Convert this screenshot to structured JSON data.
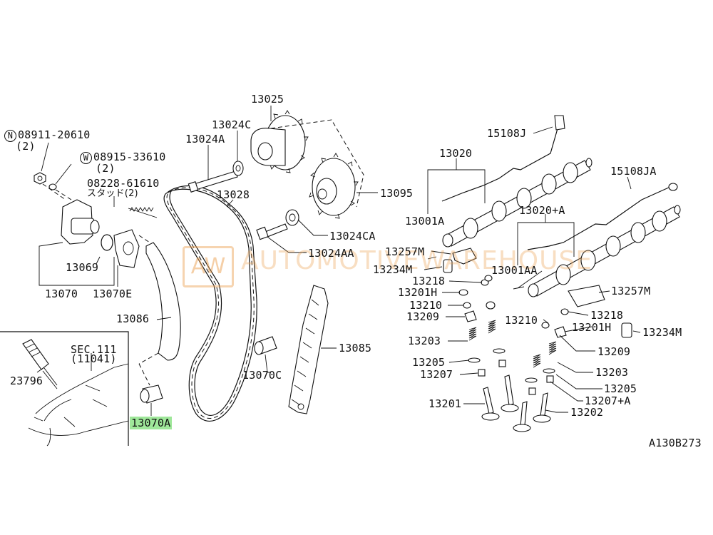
{
  "diagram_code": "A130B273",
  "watermark": {
    "logo_text": "AW",
    "text": "AUTOMOTIVEWAREHOUSE"
  },
  "labels": {
    "p13025": "13025",
    "p13024C": "13024C",
    "p13024A": "13024A",
    "p13028": "13028",
    "p13095": "13095",
    "p13024CA": "13024CA",
    "p13024AA": "13024AA",
    "p08911_prefix": "N",
    "p08911": "08911-20610",
    "p08911_qty": "(2)",
    "p08915_prefix": "W",
    "p08915": "08915-33610",
    "p08915_qty": "(2)",
    "p08228": "08228-61610",
    "p08228_note": "スタッド(2)",
    "p13069": "13069",
    "p13070": "13070",
    "p13070E": "13070E",
    "p13086": "13086",
    "p13085": "13085",
    "p13070C": "13070C",
    "p13070A": "13070A",
    "sec111": "SEC.111",
    "sec111_sub": "(11041)",
    "p23796": "23796",
    "p15108J": "15108J",
    "p13020": "13020",
    "p15108JA": "15108JA",
    "p13001A": "13001A",
    "p13020A": "13020+A",
    "p13257M_a": "13257M",
    "p13234M_a": "13234M",
    "p13218_a": "13218",
    "p13001AA": "13001AA",
    "p13201H_a": "13201H",
    "p13257M_b": "13257M",
    "p13210_a": "13210",
    "p13209_a": "13209",
    "p13218_b": "13218",
    "p13210_b": "13210",
    "p13201H_b": "13201H",
    "p13234M_b": "13234M",
    "p13203_a": "13203",
    "p13209_b": "13209",
    "p13205_a": "13205",
    "p13207_a": "13207",
    "p13203_b": "13203",
    "p13205_b": "13205",
    "p13201": "13201",
    "p13207A": "13207+A",
    "p13202": "13202"
  },
  "highlight_color": "#9fe79a",
  "line_color": "#111111"
}
